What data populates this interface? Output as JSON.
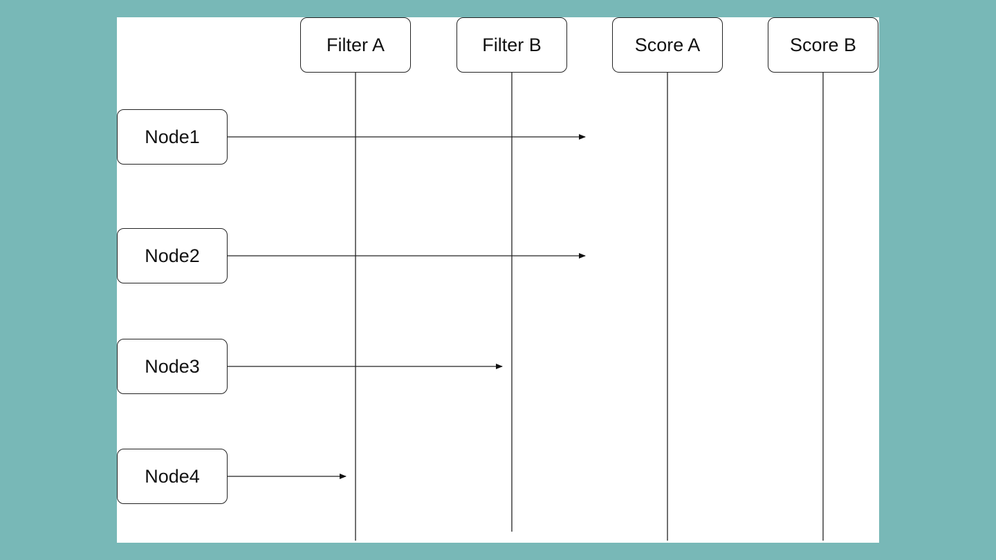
{
  "stages": [
    {
      "id": "filter-a",
      "label": "Filter A"
    },
    {
      "id": "filter-b",
      "label": "Filter B"
    },
    {
      "id": "score-a",
      "label": "Score A"
    },
    {
      "id": "score-b",
      "label": "Score B"
    }
  ],
  "nodes": [
    {
      "id": "node1",
      "label": "Node1",
      "reaches_stage": "score-a"
    },
    {
      "id": "node2",
      "label": "Node2",
      "reaches_stage": "score-a"
    },
    {
      "id": "node3",
      "label": "Node3",
      "reaches_stage": "filter-b"
    },
    {
      "id": "node4",
      "label": "Node4",
      "reaches_stage": "filter-a"
    }
  ],
  "colors": {
    "background": "#78b8b7",
    "canvas": "#ffffff",
    "stroke": "#222222"
  }
}
